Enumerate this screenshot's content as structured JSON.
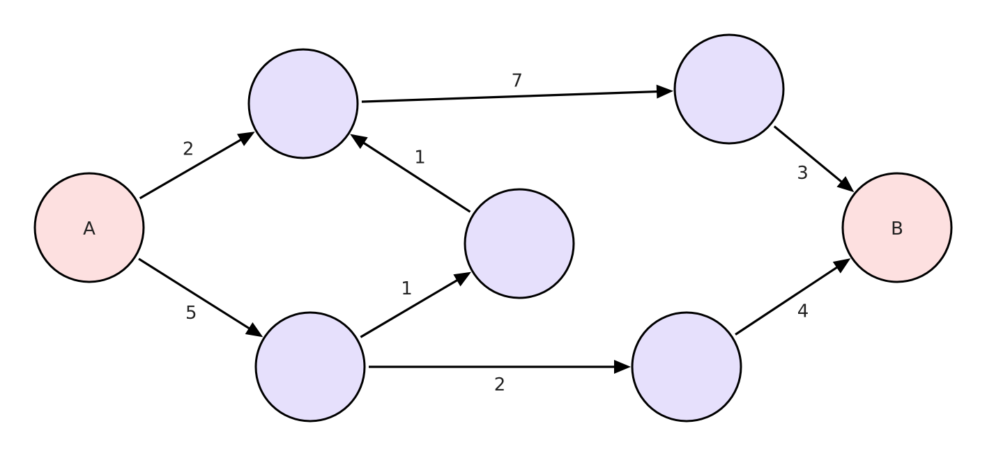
{
  "colors": {
    "endpoint_fill": "#fde0e0",
    "intermediate_fill": "#e6e0fc",
    "stroke": "#000000",
    "text": "#222222"
  },
  "nodes": {
    "a": {
      "label": "A",
      "role": "endpoint"
    },
    "n1": {
      "label": "",
      "role": "intermediate"
    },
    "n2": {
      "label": "",
      "role": "intermediate"
    },
    "n3": {
      "label": "",
      "role": "intermediate"
    },
    "n4": {
      "label": "",
      "role": "intermediate"
    },
    "n5": {
      "label": "",
      "role": "intermediate"
    },
    "b": {
      "label": "B",
      "role": "endpoint"
    }
  },
  "edges": [
    {
      "from": "a",
      "to": "n1",
      "weight": "2"
    },
    {
      "from": "a",
      "to": "n2",
      "weight": "5"
    },
    {
      "from": "n3",
      "to": "n1",
      "weight": "1"
    },
    {
      "from": "n2",
      "to": "n3",
      "weight": "1"
    },
    {
      "from": "n1",
      "to": "n4",
      "weight": "7"
    },
    {
      "from": "n2",
      "to": "n5",
      "weight": "2"
    },
    {
      "from": "n4",
      "to": "b",
      "weight": "3"
    },
    {
      "from": "n5",
      "to": "b",
      "weight": "4"
    }
  ]
}
